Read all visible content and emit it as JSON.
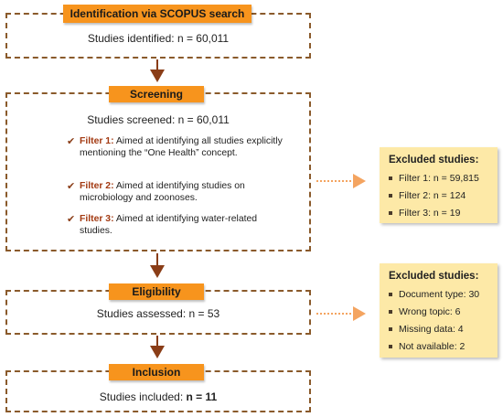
{
  "identification": {
    "label": "Identification via SCOPUS search",
    "count_text": "Studies identified: n = 60,011"
  },
  "screening": {
    "label": "Screening",
    "count_text": "Studies screened: n = 60,011",
    "filters": [
      {
        "name": "Filter 1:",
        "text": "Aimed at identifying all studies explicitly mentioning the “One Health” concept."
      },
      {
        "name": "Filter 2:",
        "text": "Aimed at identifying studies on microbiology and zoonoses."
      },
      {
        "name": "Filter 3:",
        "text": "Aimed at identifying water-related studies."
      }
    ]
  },
  "eligibility": {
    "label": "Eligibility",
    "count_text": "Studies assessed: n = 53"
  },
  "inclusion": {
    "label": "Inclusion",
    "count_prefix": "Studies included: ",
    "count_value": "n = 11"
  },
  "excluded_screening": {
    "title": "Excluded studies:",
    "items": [
      "Filter 1: n = 59,815",
      "Filter 2: n = 124",
      "Filter 3: n = 19"
    ]
  },
  "excluded_eligibility": {
    "title": "Excluded studies:",
    "items": [
      "Document type: 30",
      "Wrong topic: 6",
      "Missing data: 4",
      "Not available: 2"
    ]
  },
  "colors": {
    "stage_label_bg": "#f7941d",
    "dashed_border": "#8a5a2b",
    "arrow": "#8a3d17",
    "excluded_bg": "#fde9a7",
    "filter_name": "#a33a12"
  }
}
